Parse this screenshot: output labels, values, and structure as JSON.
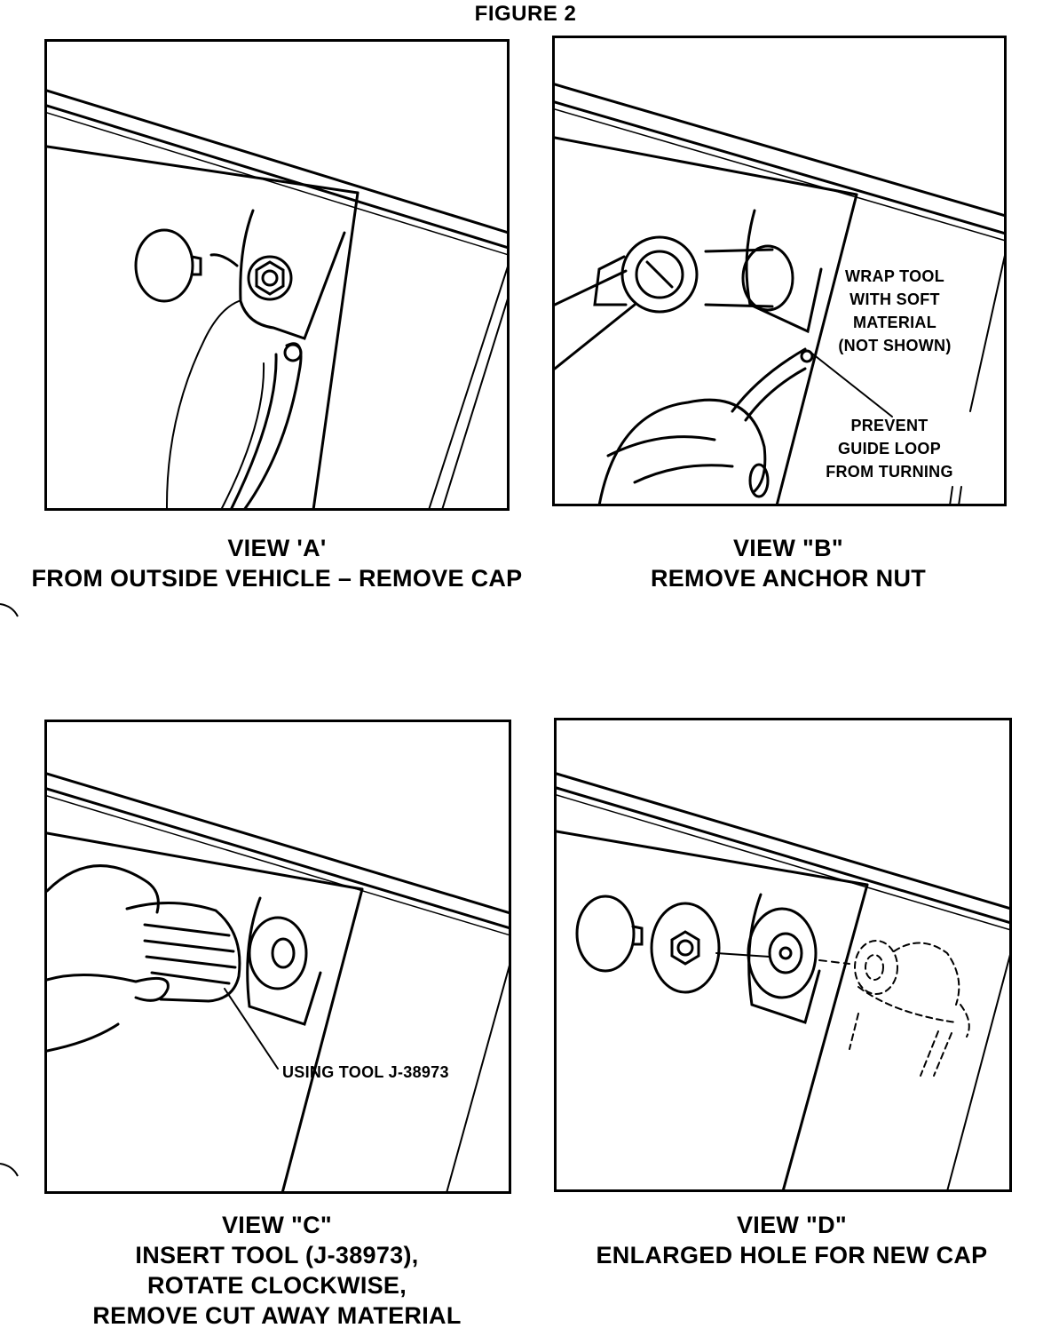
{
  "figure": {
    "title": "FIGURE 2"
  },
  "views": [
    {
      "title": "VIEW  'A'",
      "lines": [
        "FROM OUTSIDE VEHICLE – REMOVE CAP"
      ]
    },
    {
      "title": "VIEW  \"B\"",
      "lines": [
        "REMOVE ANCHOR NUT"
      ],
      "callouts": {
        "wrap": "WRAP TOOL\nWITH SOFT\nMATERIAL\n(NOT SHOWN)",
        "prevent": "PREVENT\nGUIDE LOOP\nFROM TURNING"
      }
    },
    {
      "title": "VIEW  \"C\"",
      "lines": [
        "INSERT TOOL (J-38973),",
        "ROTATE CLOCKWISE,",
        "REMOVE CUT AWAY MATERIAL"
      ],
      "callouts": {
        "tool": "USING TOOL J-38973"
      }
    },
    {
      "title": "VIEW  \"D\"",
      "lines": [
        "ENLARGED HOLE FOR NEW CAP"
      ]
    }
  ]
}
